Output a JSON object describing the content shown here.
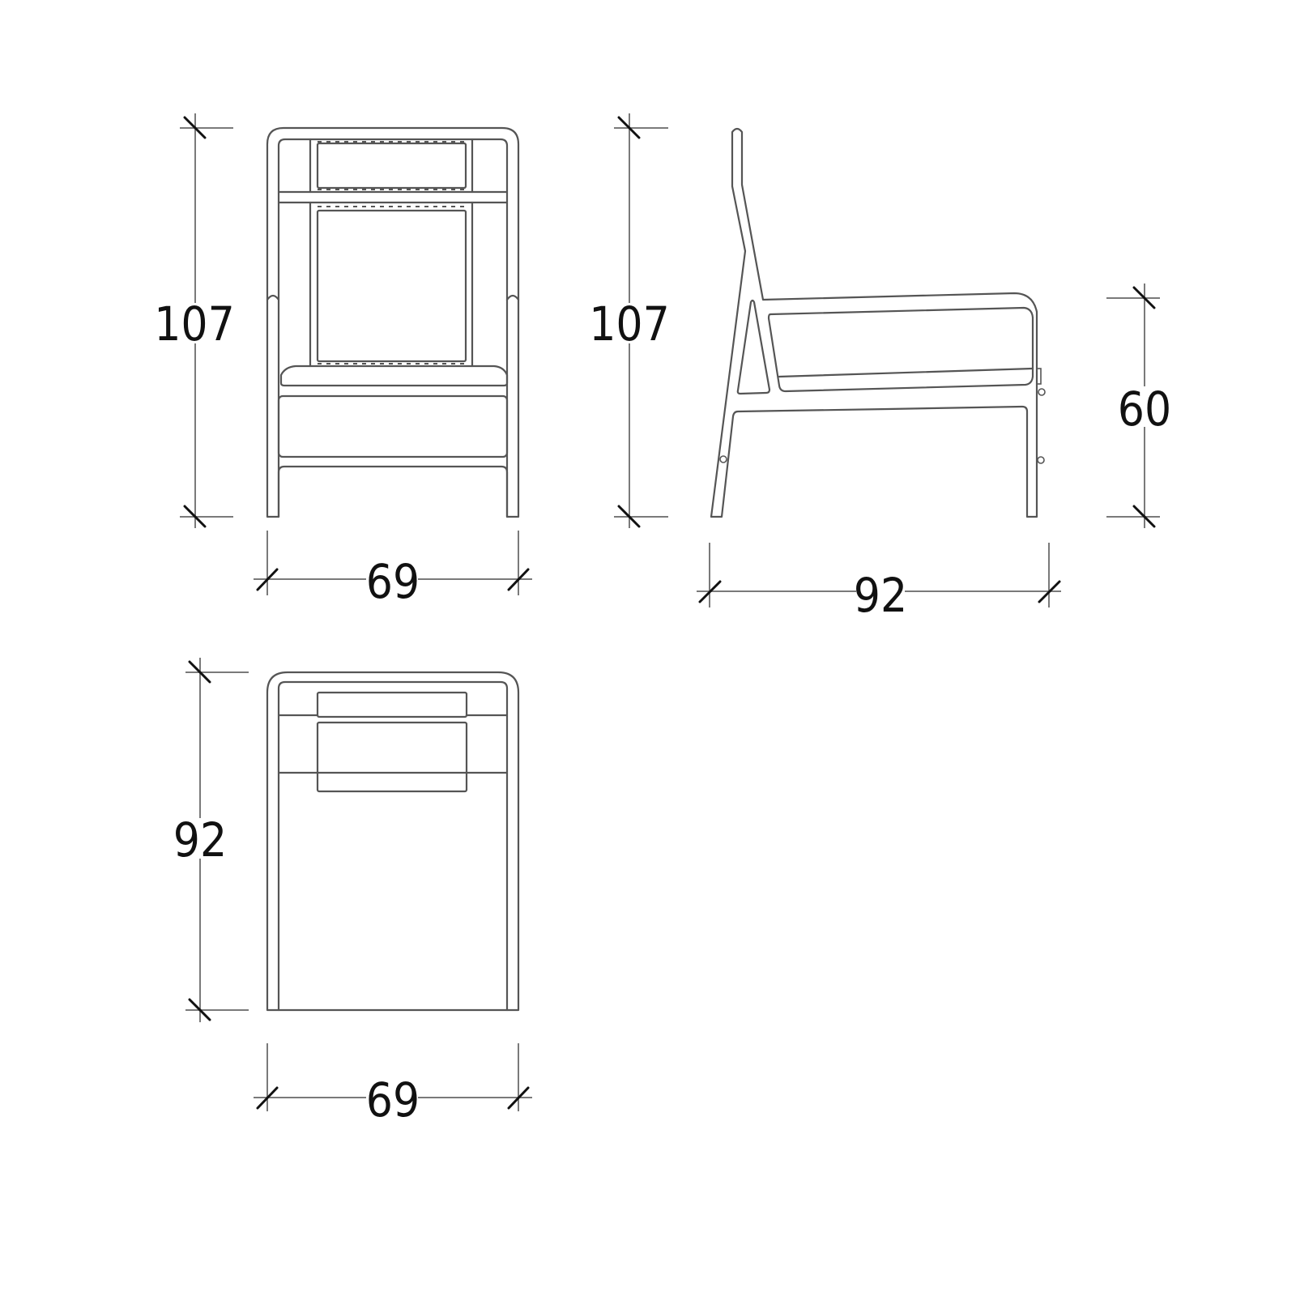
{
  "drawing": {
    "type": "technical dimension drawing",
    "subject": "lounge chair",
    "line_color": "#555555",
    "dimension_line_color": "#7a7a7a",
    "text_color": "#111111",
    "background": "#ffffff"
  },
  "views": {
    "front": {
      "name": "front elevation",
      "height_label": "107",
      "width_label": "69"
    },
    "side": {
      "name": "side elevation",
      "height_label": "107",
      "seat_height_label": "60",
      "depth_label": "92"
    },
    "top": {
      "name": "plan view",
      "depth_label": "92",
      "width_label": "69"
    }
  }
}
